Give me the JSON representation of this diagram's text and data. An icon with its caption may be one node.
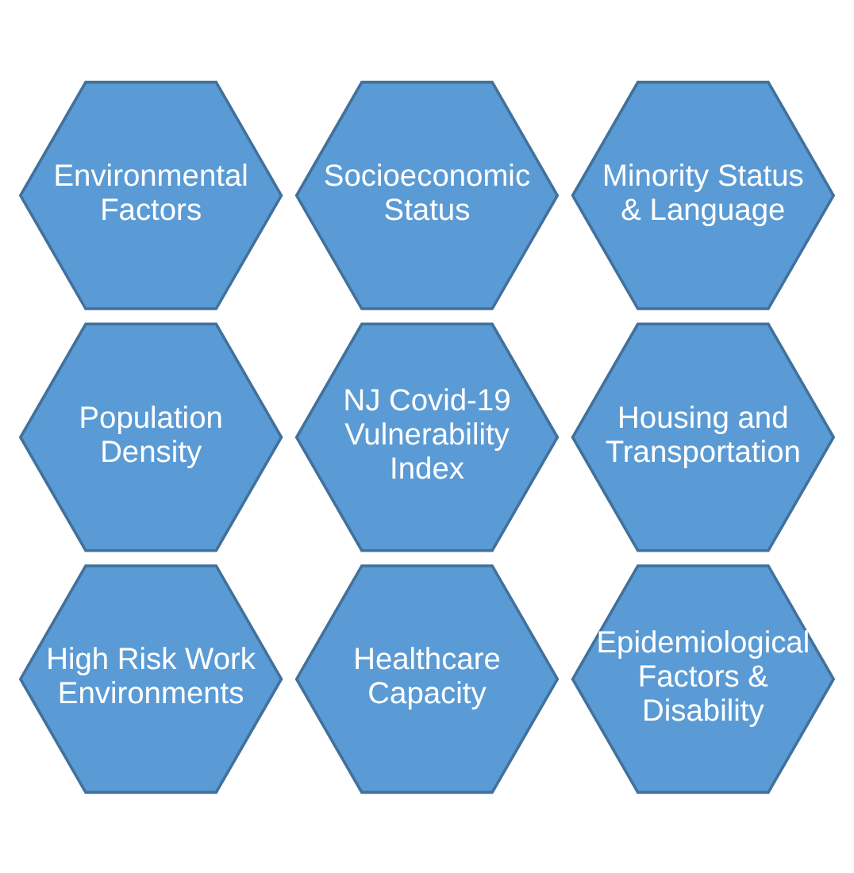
{
  "diagram": {
    "nodes": [
      {
        "text": [
          "Socioeconomic Status"
        ]
      },
      {
        "text": [
          "Minority Status & Language"
        ]
      },
      {
        "text": [
          "Environmental Factors"
        ]
      },
      {
        "text": [
          "Housing and Transportation"
        ]
      },
      {
        "text": [
          "NJ Covid-19 Vulnerability Index"
        ]
      },
      {
        "text": [
          "Population Density"
        ]
      },
      {
        "text": [
          "Epidemiological Factors & Disability"
        ]
      },
      {
        "text": [
          "High Risk Work Environments"
        ]
      },
      {
        "text": [
          "Healthcare Capacity"
        ]
      }
    ],
    "edges": []
  }
}
